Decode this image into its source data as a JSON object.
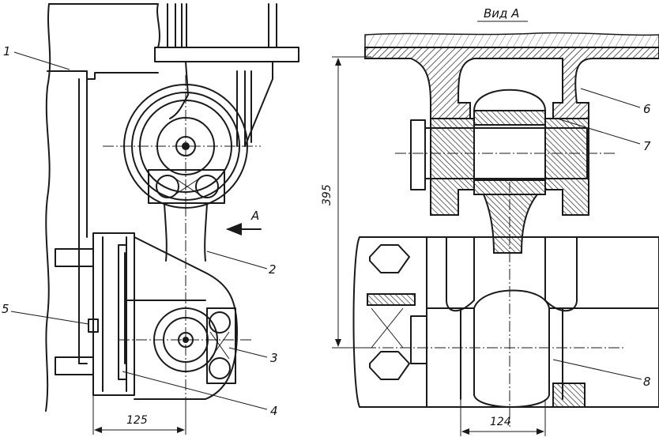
{
  "view_title": "Вид А",
  "view_arrow_letter": "A",
  "dimensions": {
    "height": "395",
    "left_width": "125",
    "right_width": "124"
  },
  "callouts": [
    "1",
    "2",
    "3",
    "4",
    "5",
    "6",
    "7",
    "8"
  ]
}
